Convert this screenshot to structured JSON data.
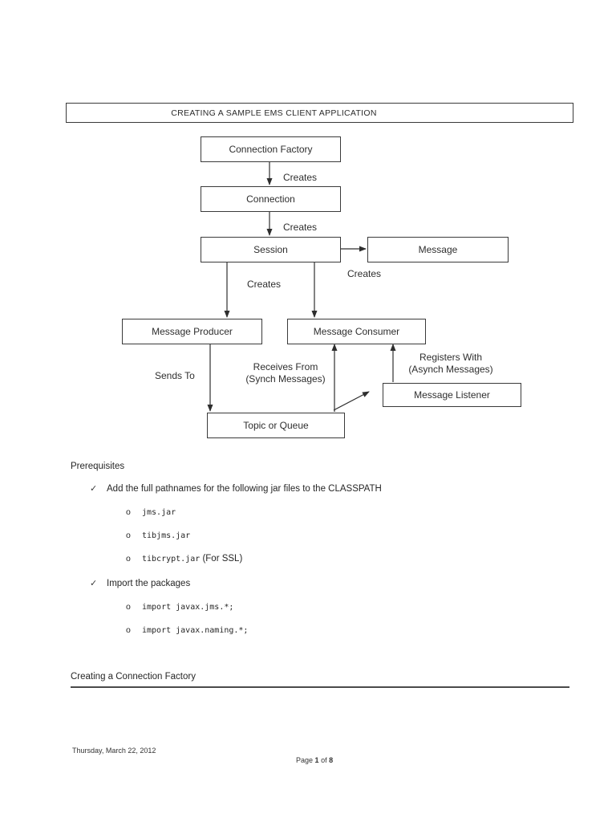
{
  "page": {
    "title": "CREATING A SAMPLE EMS CLIENT APPLICATION"
  },
  "diagram": {
    "nodes": {
      "connection_factory": "Connection Factory",
      "connection": "Connection",
      "session": "Session",
      "message": "Message",
      "message_producer": "Message Producer",
      "message_consumer": "Message Consumer",
      "message_listener": "Message Listener",
      "topic_or_queue": "Topic or Queue"
    },
    "edge_labels": {
      "creates_1": "Creates",
      "creates_2": "Creates",
      "creates_3": "Creates",
      "creates_4": "Creates",
      "sends_to": "Sends To",
      "receives_from_line1": "Receives From",
      "receives_from_line2": "(Synch Messages)",
      "registers_with_line1": "Registers With",
      "registers_with_line2": "(Asynch Messages)"
    }
  },
  "prerequisites": {
    "heading": "Prerequisites",
    "check_bullet": "✓",
    "sub_bullet": "o",
    "items": [
      {
        "label": "Add the full pathnames for the following jar files to the CLASSPATH",
        "sub_items": [
          {
            "code": "jms.jar",
            "suffix": ""
          },
          {
            "code": "tibjms.jar",
            "suffix": ""
          },
          {
            "code": "tibcrypt.jar",
            "suffix": " (For SSL)"
          }
        ]
      },
      {
        "label": "Import the packages",
        "sub_items": [
          {
            "code": "import javax.jms.*;",
            "suffix": ""
          },
          {
            "code": "import javax.naming.*;",
            "suffix": ""
          }
        ]
      }
    ]
  },
  "section": {
    "heading": "Creating a Connection Factory"
  },
  "footer": {
    "date": "Thursday, March 22, 2012",
    "page_label": "Page",
    "page_number": "1",
    "of_label": "of",
    "total_pages": "8"
  }
}
